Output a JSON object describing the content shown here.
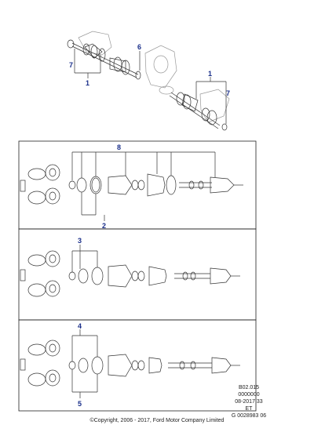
{
  "callouts": {
    "top_left_7": "7",
    "top_left_1": "1",
    "top_center_6": "6",
    "top_right_1": "1",
    "top_right_7": "7",
    "panel1_8": "8",
    "panel1_2": "2",
    "panel2_3": "3",
    "panel3_4": "4",
    "panel3_5": "5"
  },
  "reference": {
    "code": "B02.015",
    "number": "0000000",
    "date": "08-2017 33",
    "market": "ET",
    "graphic_id": "G 0028983 06"
  },
  "copyright": "©Copyright, 2006 - 2017, Ford Motor Company Limited",
  "colors": {
    "callout": "#1a2f8a",
    "line": "#333333"
  }
}
